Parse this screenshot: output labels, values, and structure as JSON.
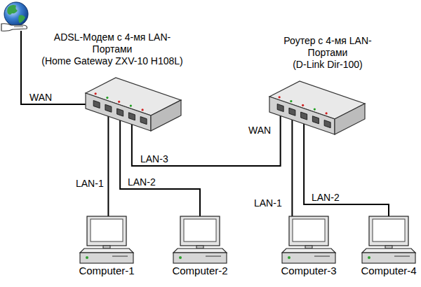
{
  "diagram": {
    "nodes": [
      {
        "text": [
          "ADSL-Модем с 4-мя LAN- Портами",
          "(Home Gateway ZXV-10 H108L)"
        ]
      },
      {
        "text": [
          "Роутер с 4-мя LAN- Портами",
          "(D-Link Dir-100)"
        ]
      },
      {
        "text": [
          "Computer-1"
        ]
      },
      {
        "text": [
          "Computer-2"
        ]
      },
      {
        "text": [
          "Computer-3"
        ]
      },
      {
        "text": [
          "Computer-4"
        ]
      }
    ],
    "edges": [
      {
        "from": 0,
        "to": 2,
        "label": "LAN-1",
        "arrow": "none"
      },
      {
        "from": 0,
        "to": 3,
        "label": "LAN-2",
        "arrow": "none"
      },
      {
        "from": 0,
        "to": 1,
        "label": "LAN-3",
        "arrow": "none"
      },
      {
        "from": 1,
        "to": 4,
        "label": "LAN-1",
        "arrow": "none"
      },
      {
        "from": 1,
        "to": 5,
        "label": "LAN-2",
        "arrow": "none"
      }
    ],
    "labels": [
      "WAN",
      "WAN"
    ]
  }
}
